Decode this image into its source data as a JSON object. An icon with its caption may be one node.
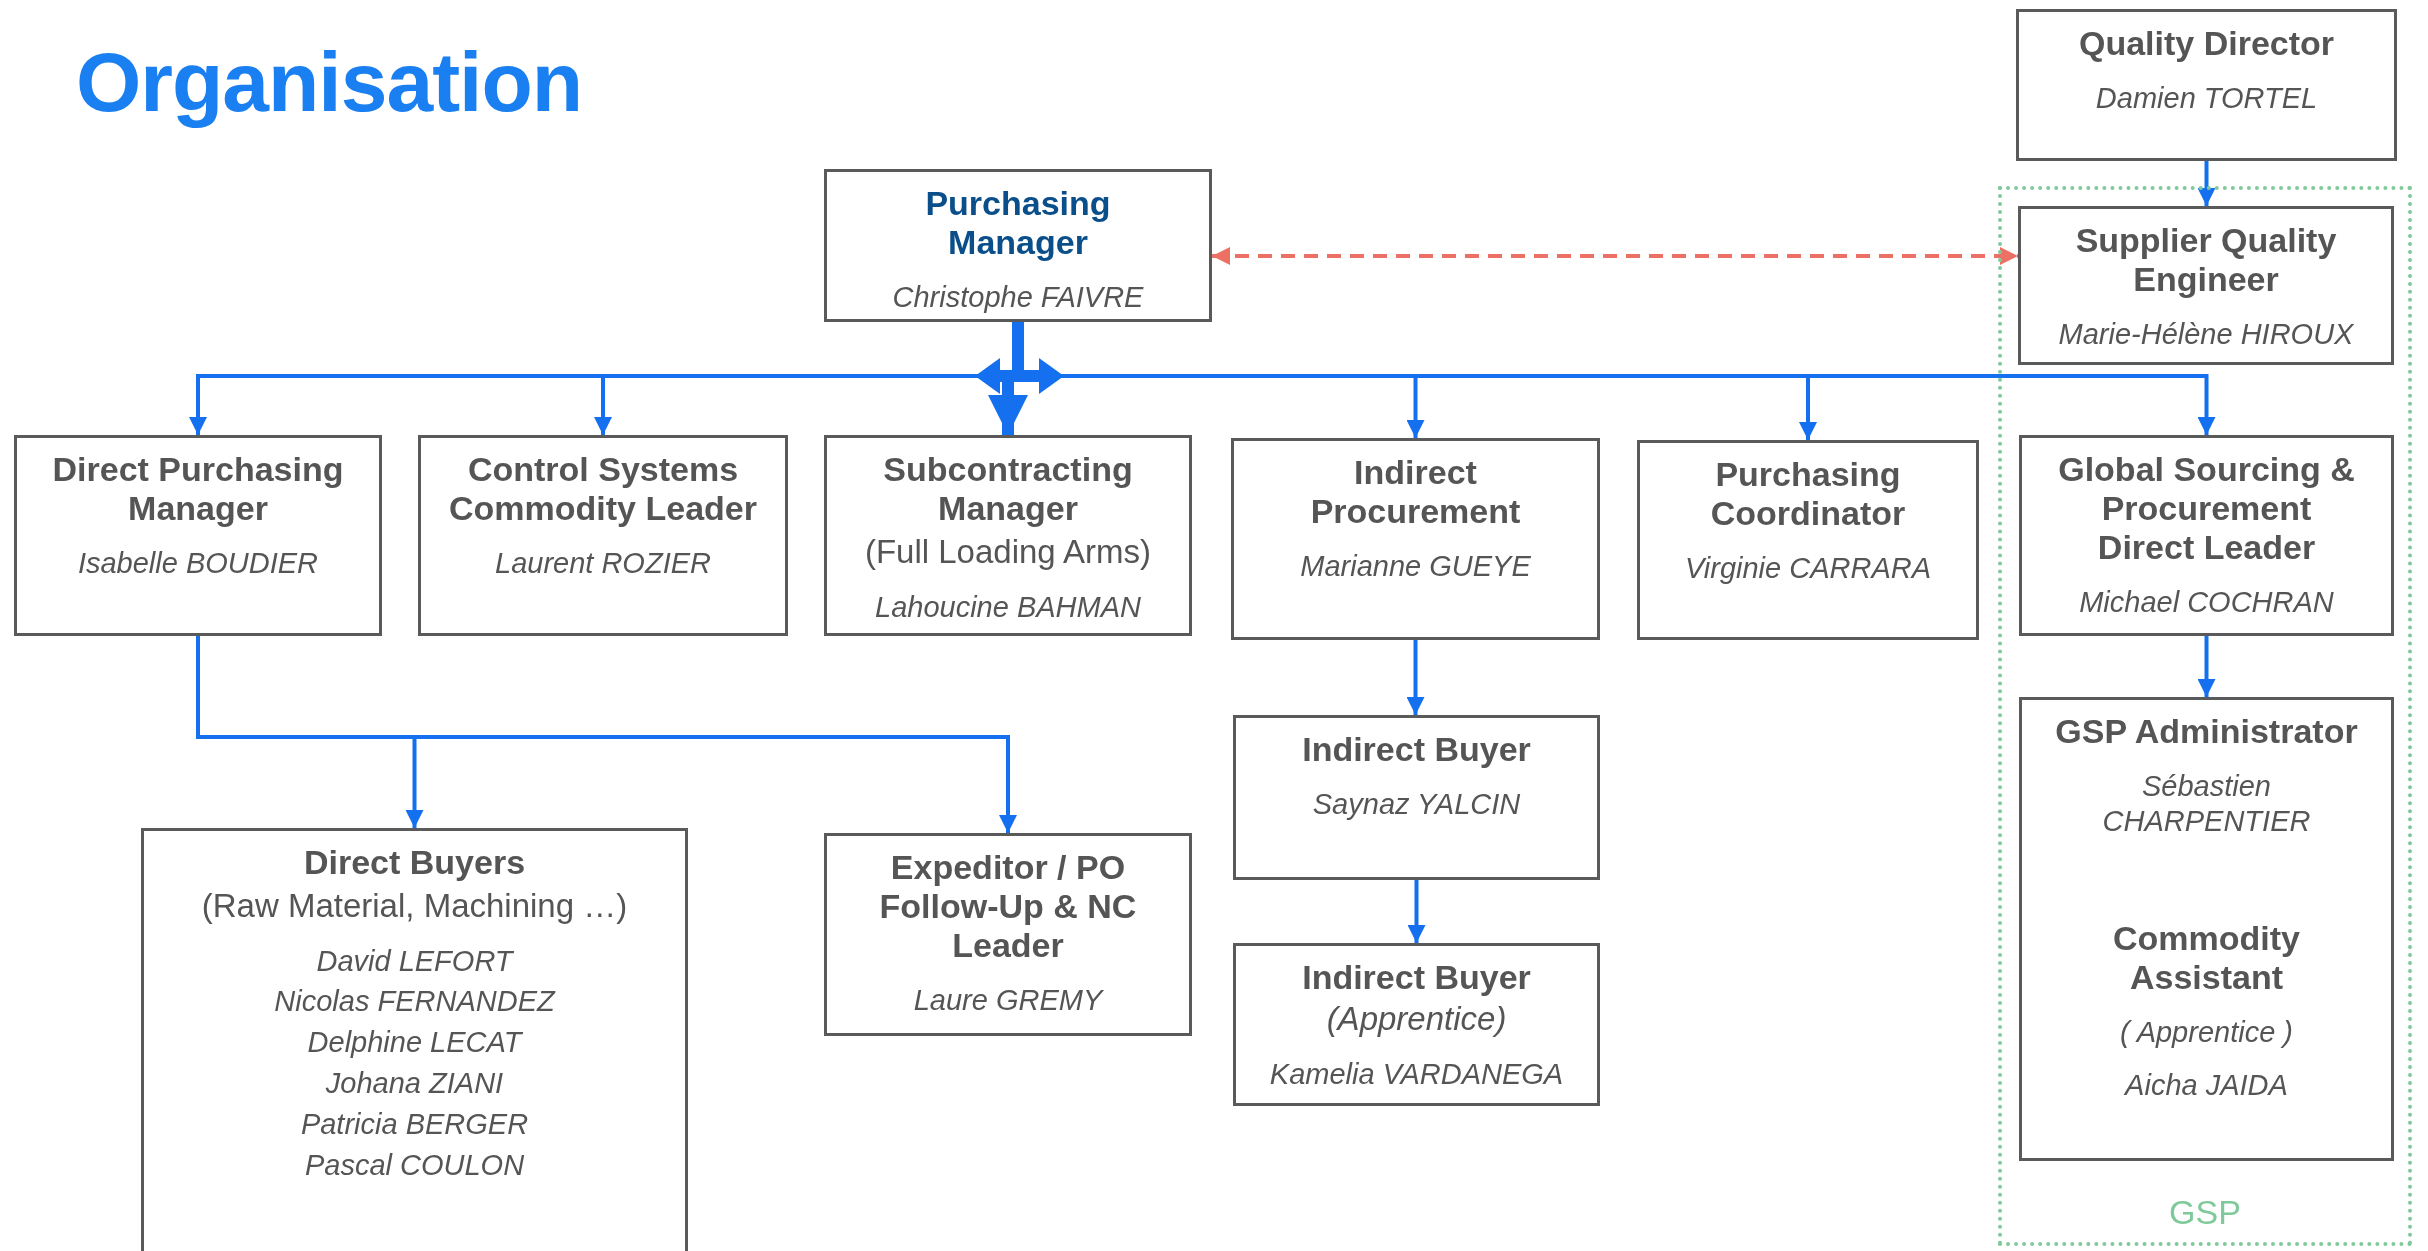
{
  "diagram": {
    "title": "Organisation",
    "nodes": [
      {
        "text": [
          "Quality Director",
          "Damien TORTEL"
        ]
      },
      {
        "text": [
          "Purchasing Manager",
          "Christophe FAIVRE"
        ]
      },
      {
        "text": [
          "GSP"
        ]
      },
      {
        "text": [
          "Supplier Quality Engineer",
          "Marie-Hélène HIROUX"
        ],
        "in": 2
      },
      {
        "text": [
          "Direct Purchasing Manager",
          "Isabelle BOUDIER"
        ]
      },
      {
        "text": [
          "Control Systems Commodity Leader",
          "Laurent ROZIER"
        ]
      },
      {
        "text": [
          "Subcontracting Manager",
          "(Full Loading Arms)",
          "Lahoucine BAHMAN"
        ]
      },
      {
        "text": [
          "Indirect Procurement",
          "Marianne GUEYE"
        ]
      },
      {
        "text": [
          "Purchasing Coordinator",
          "Virginie CARRARA"
        ]
      },
      {
        "text": [
          "Global Sourcing & Procurement Direct Leader",
          "Michael COCHRAN"
        ],
        "in": 2
      },
      {
        "text": [
          "Indirect Buyer",
          "Saynaz YALCIN"
        ]
      },
      {
        "text": [
          "GSP Administrator",
          "Sébastien CHARPENTIER",
          "Commodity Assistant",
          "( Apprentice )",
          "Aicha JAIDA"
        ],
        "in": 2
      },
      {
        "text": [
          "Indirect Buyer",
          "(Apprentice)",
          "Kamelia VARDANEGA"
        ]
      },
      {
        "text": [
          "Direct Buyers",
          "(Raw Material, Machining …)",
          "David LEFORT",
          "Nicolas FERNANDEZ",
          "Delphine LECAT",
          "Johana ZIANI",
          "Patricia BERGER",
          "Pascal COULON"
        ]
      },
      {
        "text": [
          "Expeditor / PO Follow-Up & NC Leader",
          "Laure GREMY"
        ]
      }
    ],
    "edges": [
      {
        "from": 0,
        "to": 3,
        "arrow": "to"
      },
      {
        "from": 1,
        "to": 3,
        "arrow": "both",
        "style": "dashed",
        "color": "#ec7063"
      },
      {
        "from": 1,
        "to": 4,
        "arrow": "to"
      },
      {
        "from": 1,
        "to": 5,
        "arrow": "to"
      },
      {
        "from": 1,
        "to": 6,
        "arrow": "to",
        "style": "thick"
      },
      {
        "from": 1,
        "to": 7,
        "arrow": "to"
      },
      {
        "from": 1,
        "to": 8,
        "arrow": "to"
      },
      {
        "from": 1,
        "to": 9,
        "arrow": "to"
      },
      {
        "from": 4,
        "to": 13,
        "arrow": "to"
      },
      {
        "from": 4,
        "to": 14,
        "arrow": "to"
      },
      {
        "from": 7,
        "to": 10,
        "arrow": "to"
      },
      {
        "from": 10,
        "to": 12,
        "arrow": "to"
      },
      {
        "from": 9,
        "to": 11,
        "arrow": "to"
      }
    ]
  }
}
